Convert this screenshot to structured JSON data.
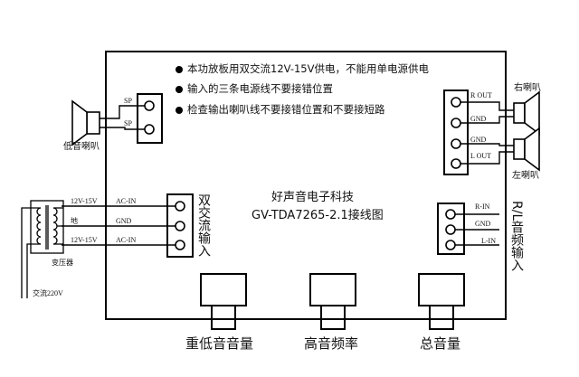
{
  "notes": [
    "本功放板用双交流12V-15V供电，不能用单电源供电",
    "输入的三条电源线不要接错位置",
    "检查输出喇叭线不要接错位置和不要接短路"
  ],
  "title": {
    "brand": "好声音电子科技",
    "model": "GV-TDA7265-2.1接线图"
  },
  "left_speaker": {
    "terminals": [
      "SP",
      "SP"
    ],
    "label": "低音喇叭"
  },
  "power": {
    "connector_label": "双交流输入",
    "terminals": [
      "AC-IN",
      "GND",
      "AC-IN"
    ],
    "wire_labels": [
      "12V-15V",
      "地",
      "12V-15V"
    ],
    "mains_label": "交流220V",
    "transformer_label": "变压器"
  },
  "output": {
    "terminals": [
      "R OUT",
      "GND",
      "GND",
      "L OUT"
    ],
    "right_speaker": "右喇叭",
    "left_speaker": "左喇叭"
  },
  "input": {
    "terminals": [
      "R-IN",
      "GND",
      "L-IN"
    ],
    "connector_label": "R/L音频输入"
  },
  "knobs": [
    "重低音音量",
    "高音频率",
    "总音量"
  ]
}
